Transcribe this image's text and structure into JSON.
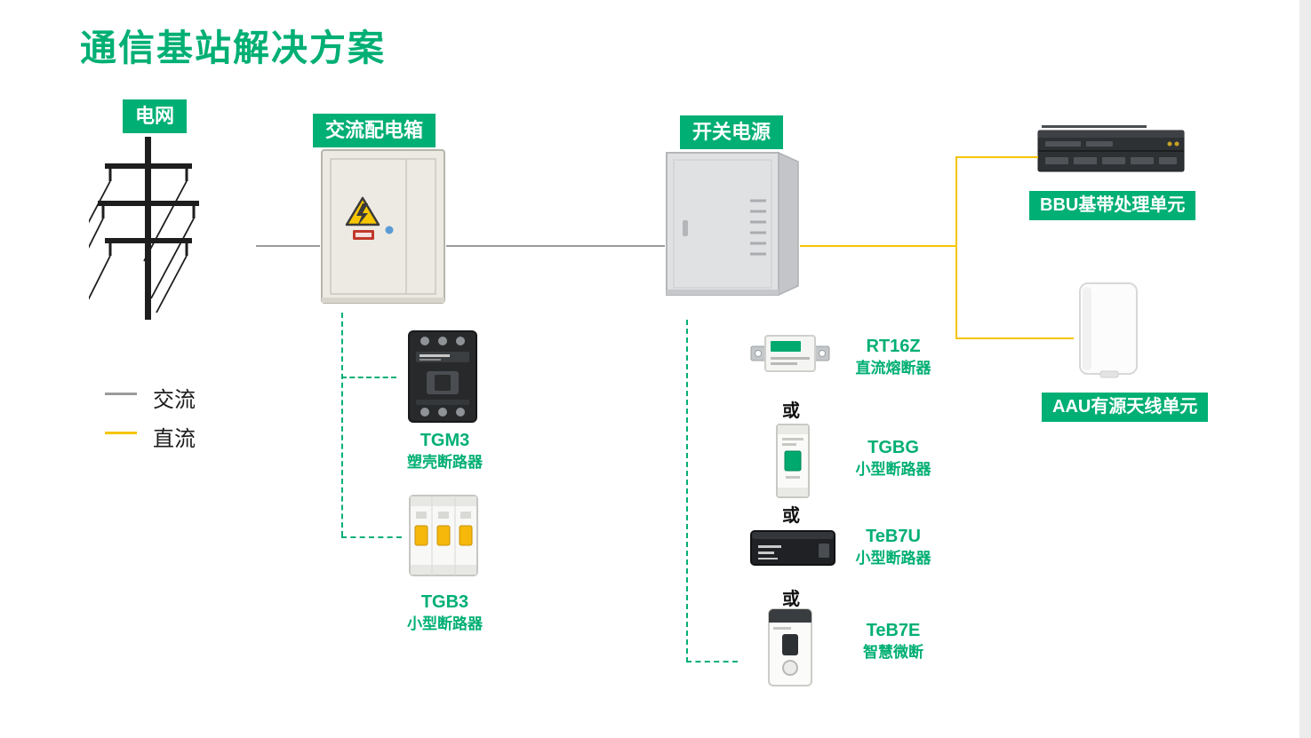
{
  "page": {
    "title": "通信基站解决方案"
  },
  "colors": {
    "accent_green": "#00AF73",
    "ac_line_gray": "#9B9B9B",
    "dc_line_yellow": "#F6C500",
    "warning_triangle_yellow": "#F7C600"
  },
  "legend": {
    "ac": "交流",
    "dc": "直流"
  },
  "nodes": {
    "grid": "电网",
    "ac_box": "交流配电箱",
    "psu": "开关电源",
    "bbu": "BBU基带处理单元",
    "aau": "AAU有源天线单元"
  },
  "labels": {
    "or": "或"
  },
  "ac_products": [
    {
      "name": "TGM3",
      "desc": "塑壳断路器"
    },
    {
      "name": "TGB3",
      "desc": "小型断路器"
    }
  ],
  "dc_products": [
    {
      "name": "RT16Z",
      "desc": "直流熔断器"
    },
    {
      "name": "TGBG",
      "desc": "小型断路器"
    },
    {
      "name": "TeB7U",
      "desc": "小型断路器"
    },
    {
      "name": "TeB7E",
      "desc": "智慧微断"
    }
  ]
}
